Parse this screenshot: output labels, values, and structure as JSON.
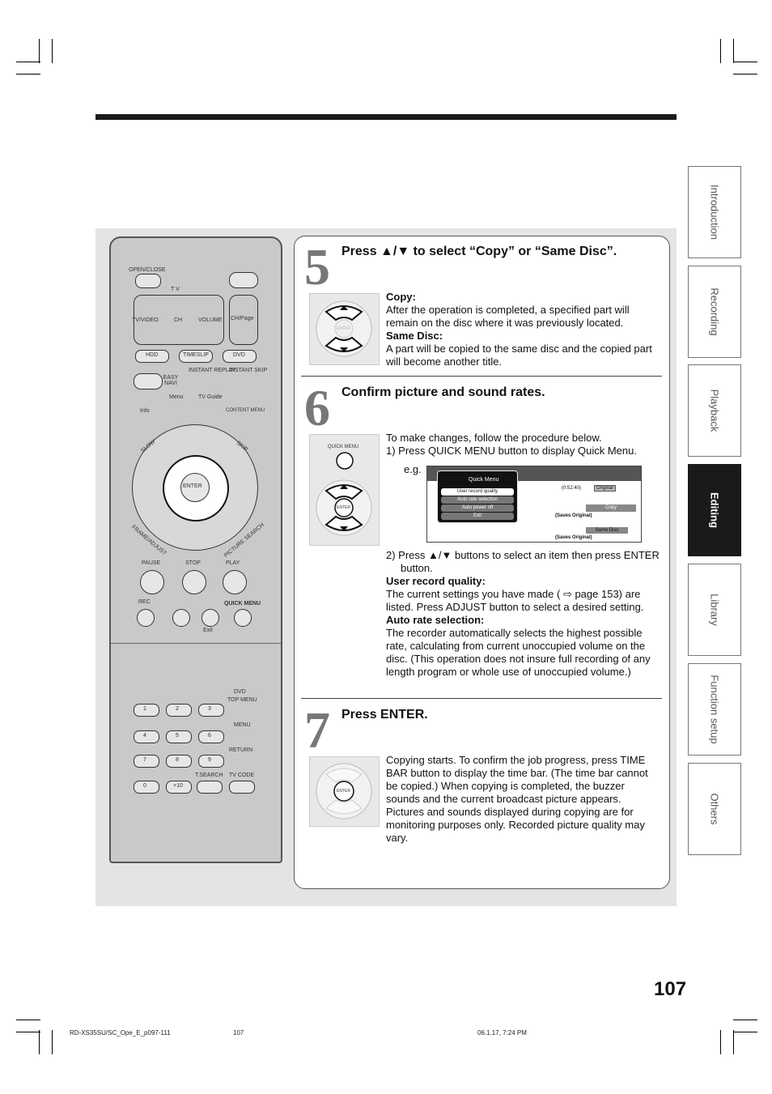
{
  "tabs": [
    "Introduction",
    "Recording",
    "Playback",
    "Editing",
    "Library",
    "Function setup",
    "Others"
  ],
  "active_tab": "Editing",
  "page_number": "107",
  "footer": {
    "code": "RD-XS35SU/SC_Ope_E_p097-111",
    "page": "107",
    "date": "06.1.17, 7:24 PM"
  },
  "step5": {
    "number": "5",
    "heading": "Press ▲/▼ to select “Copy” or “Same Disc”.",
    "copy_label": "Copy:",
    "copy_text": "After the operation is completed, a specified part will remain on the disc where it was previously located.",
    "same_label": "Same Disc:",
    "same_text": "A part will be copied to the same disc and the copied part will become another title."
  },
  "step6": {
    "number": "6",
    "heading": "Confirm picture and sound rates.",
    "intro": "To make changes, follow the procedure below.",
    "item1": "1)  Press QUICK MENU button to display Quick Menu.",
    "eg": "e.g.",
    "item2": "2)  Press ▲/▼ buttons to select an item then press ENTER button.",
    "urq_label": "User record quality:",
    "urq_text": "The current settings you have made ( ⇨ page 153) are listed. Press ADJUST button to select a desired setting.",
    "ars_label": "Auto rate selection:",
    "ars_text": "The recorder automatically selects the highest possible rate, calculating from current unoccupied volume on the disc. (This operation does not insure full recording of any length program or whole use of unoccupied volume.)"
  },
  "step7": {
    "number": "7",
    "heading": "Press ENTER.",
    "text": "Copying starts. To confirm the job progress, press TIME BAR button to display the time bar. (The time bar cannot be copied.) When copying is completed, the buzzer sounds and the current broadcast picture appears. Pictures and sounds displayed during copying are for monitoring purposes only. Recorded picture quality may vary."
  },
  "osd": {
    "title": "Quick Menu",
    "items": [
      "User record quality",
      "Auto rate selection",
      "Auto power off",
      "Exit"
    ],
    "time": "(0:52:40)",
    "original": "Original",
    "copy": "Copy",
    "saves1": "(Saves Original)",
    "same_disc": "Same Disc",
    "saves2": "(Saves Original)"
  },
  "thumb_labels": {
    "quick_menu": "QUICK MENU",
    "enter": "ENTER"
  },
  "remote": {
    "open_close": "OPEN/CLOSE",
    "tv": "T V",
    "tv_video": "TV/VIDEO",
    "ch": "CH",
    "volume": "VOLUME",
    "ch_page": "CH/Page",
    "hdd": "HDD",
    "timeslip": "TIMESLIP",
    "dvd": "DVD",
    "easy_navi": "EASY NAVI",
    "instant_replay": "INSTANT REPLAY",
    "instant_skip": "INSTANT SKIP",
    "menu": "Menu",
    "tv_guide": "TV Guide",
    "info": "Info",
    "content_menu": "CONTENT MENU",
    "slow": "SLOW",
    "skip": "SKIP",
    "enter": "ENTER",
    "frame_adjust": "FRAME/ADJUST",
    "picture_search": "PICTURE SEARCH",
    "pause": "PAUSE",
    "stop": "STOP",
    "play": "PLAY",
    "rec": "REC",
    "quick_menu": "QUICK MENU",
    "exit": "Exit",
    "dvd2": "DVD",
    "top_menu": "TOP MENU",
    "menu2": "MENU",
    "return": "RETURN",
    "tsearch": "T.SEARCH",
    "tv_code": "TV CODE",
    "keys": [
      "1",
      "2",
      "3",
      "4",
      "5",
      "6",
      "7",
      "8",
      "9",
      "0",
      "+10"
    ]
  }
}
